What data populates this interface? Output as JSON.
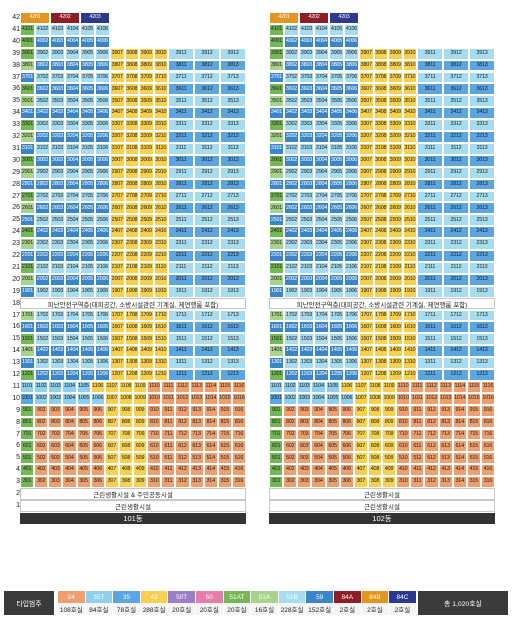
{
  "chart_data": {
    "type": "table",
    "title": "",
    "floors": [
      42,
      41,
      40,
      39,
      38,
      37,
      36,
      35,
      34,
      33,
      32,
      31,
      30,
      29,
      28,
      27,
      26,
      25,
      24,
      23,
      22,
      21,
      20,
      19,
      18,
      17,
      16,
      15,
      14,
      13,
      12,
      11,
      10,
      9,
      8,
      7,
      6,
      5,
      4,
      3,
      2,
      1
    ],
    "buildings": [
      {
        "label": "101동",
        "top_units": [
          "4201",
          "4202",
          "4203"
        ],
        "pilotis_floor": 18,
        "pilotis_text": "피난안전구역층(대피공간, 소방시설관련 기계실, 제연행룸 포함)",
        "floor2_text": "근린생활시설 & 주민공동시설",
        "floor1_text": "근린생활시설",
        "low_floors_units": 16,
        "low_floors_range": [
          3,
          11
        ],
        "mid_floors_units": [
          1,
          2,
          3,
          4,
          5,
          6,
          7,
          8,
          9,
          10,
          11,
          12,
          13
        ],
        "colors": {
          "cols1_6": [
            "teal",
            "blue",
            "mid",
            "mid",
            "mid",
            "mid"
          ],
          "cols7_10": "yellow",
          "cols11_13": "lightblue"
        }
      },
      {
        "label": "102동",
        "top_units": [
          "4201",
          "4202",
          "4203"
        ],
        "pilotis_floor": 18,
        "pilotis_text": "피난안전구역층(대피공간, 소방시설관련 기계실, 제연행룸 포함)",
        "floor2_text": "근린생활시설",
        "floor1_text": "근린생활시설",
        "low_floors_units": 16,
        "low_floors_range": [
          3,
          11
        ]
      }
    ],
    "legend": {
      "title": "타입범주",
      "total": "총 1,020호실",
      "types": [
        {
          "name": "24",
          "count": "108호실",
          "color": "#ef9f6d"
        },
        {
          "name": "35T",
          "count": "84호실",
          "color": "#8ed0ee"
        },
        {
          "name": "35",
          "count": "78호실",
          "color": "#5ba6e0"
        },
        {
          "name": "43",
          "count": "288호실",
          "color": "#f6d04e"
        },
        {
          "name": "50T",
          "count": "20호실",
          "color": "#9b7fc6"
        },
        {
          "name": "50",
          "count": "20호실",
          "color": "#e87dab"
        },
        {
          "name": "51AT",
          "count": "20호실",
          "color": "#74b855"
        },
        {
          "name": "51A",
          "count": "16호실",
          "color": "#a6d48a"
        },
        {
          "name": "51B",
          "count": "228호실",
          "color": "#a7dcef"
        },
        {
          "name": "59",
          "count": "152호실",
          "color": "#3a86c8"
        },
        {
          "name": "84A",
          "count": "2호실",
          "color": "#8f1d25"
        },
        {
          "name": "84B",
          "count": "2호실",
          "color": "#e3961f"
        },
        {
          "name": "84C",
          "count": "2호실",
          "color": "#2b3a8f"
        }
      ]
    }
  }
}
